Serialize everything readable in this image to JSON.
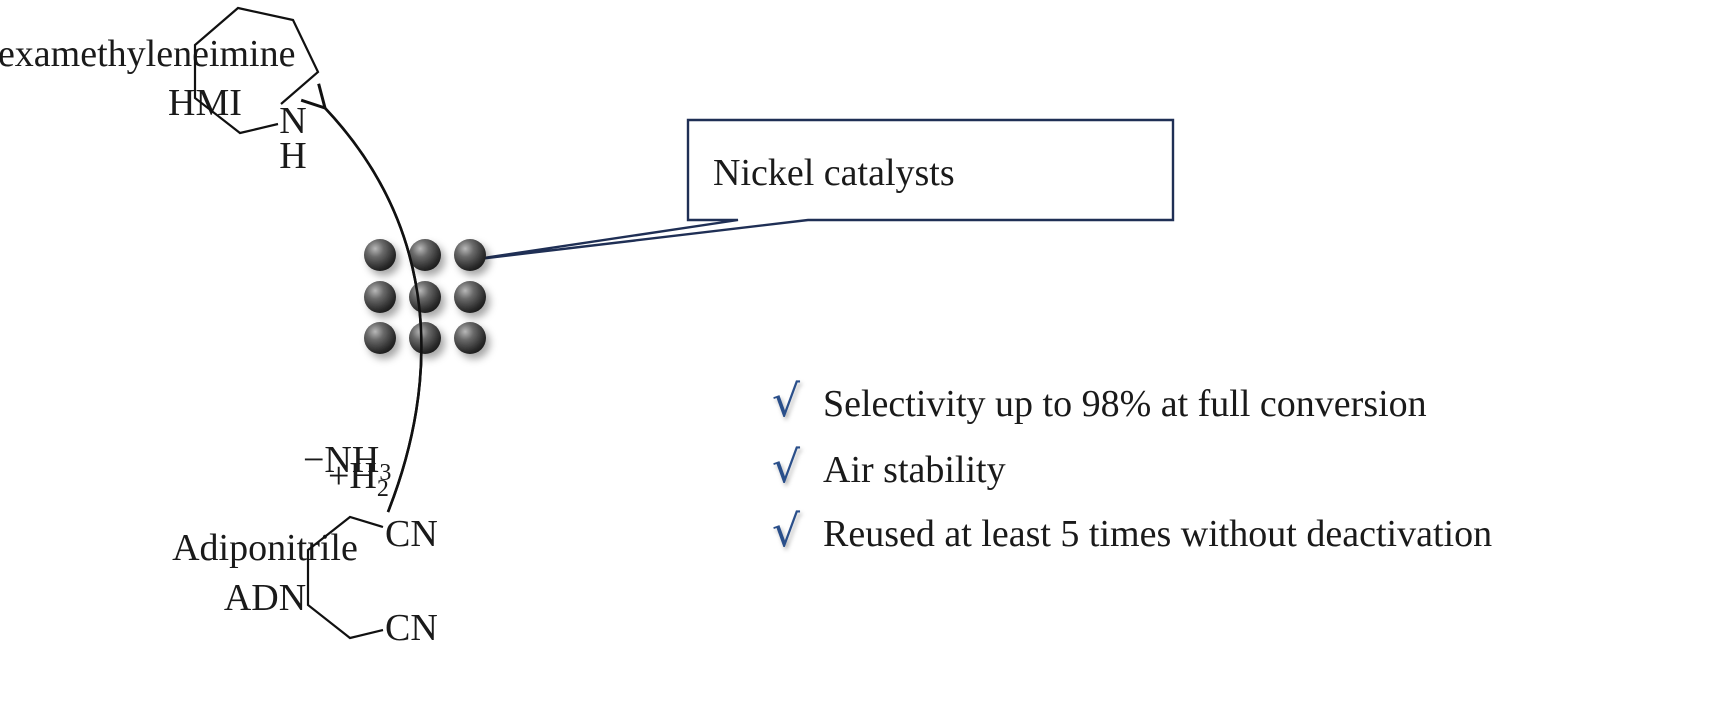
{
  "product": {
    "name": "Hexamethyleneimine",
    "abbreviation": "HMI",
    "ring_heteroatom": "N",
    "ring_h": "H"
  },
  "reactant": {
    "name": "Adiponitrile",
    "abbreviation": "ADN",
    "group_top": "CN",
    "group_bottom": "CN"
  },
  "reaction": {
    "byproduct": "−NH",
    "byproduct_sub": "3",
    "reagent": "+H",
    "reagent_sub": "2"
  },
  "catalyst": {
    "callout_label": "Nickel catalysts",
    "particle_count": 9
  },
  "features": [
    {
      "icon": "check-icon",
      "text": "Selectivity up to 98% at full conversion"
    },
    {
      "icon": "check-icon",
      "text": "Air stability"
    },
    {
      "icon": "check-icon",
      "text": "Reused at least 5 times without deactivation"
    }
  ],
  "colors": {
    "callout_border": "#1f2f55",
    "check": "#2b4f8a",
    "text": "#1a1a1a"
  }
}
